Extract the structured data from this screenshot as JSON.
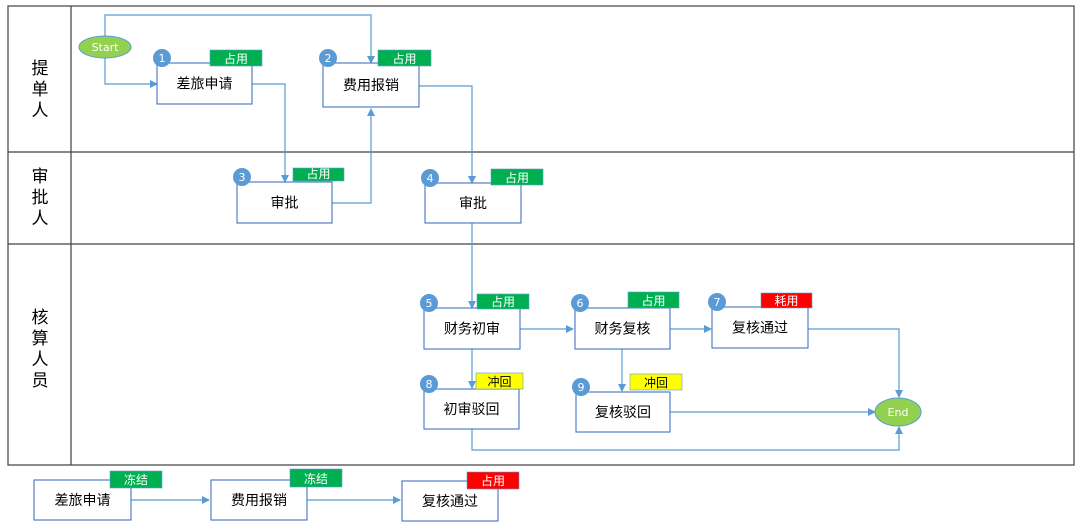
{
  "lanes": [
    {
      "id": "submitter",
      "label": [
        "提",
        "单",
        "人"
      ]
    },
    {
      "id": "approver",
      "label": [
        "审",
        "批",
        "人"
      ]
    },
    {
      "id": "accountant",
      "label": [
        "核",
        "算",
        "人",
        "员"
      ]
    }
  ],
  "terminals": {
    "start": "Start",
    "end": "End"
  },
  "nodes": [
    {
      "num": "1",
      "label": "差旅申请",
      "tag": "占用",
      "tag_color": "#00b050"
    },
    {
      "num": "2",
      "label": "费用报销",
      "tag": "占用",
      "tag_color": "#00b050"
    },
    {
      "num": "3",
      "label": "审批",
      "tag": "占用",
      "tag_color": "#00b050"
    },
    {
      "num": "4",
      "label": "审批",
      "tag": "占用",
      "tag_color": "#00b050"
    },
    {
      "num": "5",
      "label": "财务初审",
      "tag": "占用",
      "tag_color": "#00b050"
    },
    {
      "num": "6",
      "label": "财务复核",
      "tag": "占用",
      "tag_color": "#00b050"
    },
    {
      "num": "7",
      "label": "复核通过",
      "tag": "耗用",
      "tag_color": "#ff0000"
    },
    {
      "num": "8",
      "label": "初审驳回",
      "tag": "冲回",
      "tag_color": "#ffff00"
    },
    {
      "num": "9",
      "label": "复核驳回",
      "tag": "冲回",
      "tag_color": "#ffff00"
    }
  ],
  "legend_flow": [
    {
      "label": "差旅申请",
      "tag": "冻结",
      "tag_color": "#00b050"
    },
    {
      "label": "费用报销",
      "tag": "冻结",
      "tag_color": "#00b050"
    },
    {
      "label": "复核通过",
      "tag": "占用",
      "tag_color": "#ff0000"
    }
  ],
  "edges": [
    {
      "from": "Start",
      "to": "1"
    },
    {
      "from": "Start",
      "to": "2"
    },
    {
      "from": "1",
      "to": "3"
    },
    {
      "from": "3",
      "to": "2"
    },
    {
      "from": "2",
      "to": "4"
    },
    {
      "from": "4",
      "to": "5"
    },
    {
      "from": "5",
      "to": "6"
    },
    {
      "from": "6",
      "to": "7"
    },
    {
      "from": "5",
      "to": "8"
    },
    {
      "from": "6",
      "to": "9"
    },
    {
      "from": "7",
      "to": "End"
    },
    {
      "from": "9",
      "to": "End"
    },
    {
      "from": "8",
      "to": "End"
    }
  ],
  "colors": {
    "connector": "#5b9bd5",
    "node_border": "#4472c4",
    "badge": "#5b9bd5",
    "terminal_fill": "#92d050",
    "lane_border": "#404040"
  }
}
